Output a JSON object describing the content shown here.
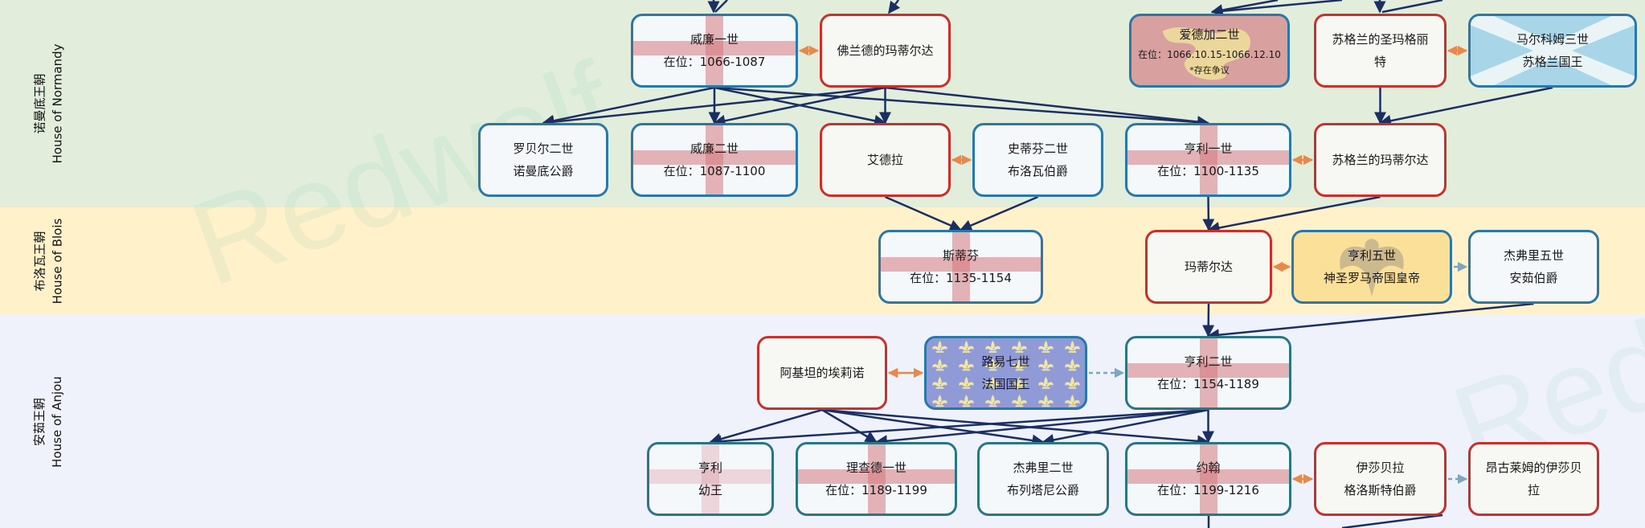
{
  "houses": [
    {
      "id": "normandy",
      "zh": "诺曼底王朝",
      "en": "House of Normandy",
      "color": "#e2eedb"
    },
    {
      "id": "blois",
      "zh": "布洛瓦王朝",
      "en": "House of Blois",
      "color": "#fff1c9"
    },
    {
      "id": "anjou",
      "zh": "安茹王朝",
      "en": "House of Anjou",
      "color": "#f0f2fb"
    }
  ],
  "watermark": "Redwolf",
  "colors": {
    "male_border": "#2a77a8",
    "female_border": "#c8302c",
    "descent_line": "#1b2f63",
    "marriage_line": "#e8884a",
    "other_line": "#7ea6c0",
    "st_george_cross": "#d6787d"
  },
  "nodes": {
    "william1": {
      "name": "威廉一世",
      "line2": "在位：1066-1087",
      "sex": "male",
      "flag": "england"
    },
    "matilda_flanders": {
      "name": "佛兰德的玛蒂尔达",
      "sex": "female"
    },
    "edgar2": {
      "name": "爱德加二世",
      "line2": "在位：1066.10.15-1066.12.10",
      "line3": "*存在争议",
      "sex": "male",
      "flag": "wessex"
    },
    "st_margaret": {
      "name": "苏格兰的圣玛格丽",
      "line2": "特",
      "sex": "female"
    },
    "malcolm3": {
      "name": "马尔科姆三世",
      "line2": "苏格兰国王",
      "sex": "male",
      "flag": "scotland"
    },
    "robert2": {
      "name": "罗贝尔二世",
      "line2": "诺曼底公爵",
      "sex": "male"
    },
    "william2": {
      "name": "威廉二世",
      "line2": "在位：1087-1100",
      "sex": "male",
      "flag": "england"
    },
    "adela": {
      "name": "艾德拉",
      "sex": "female"
    },
    "stephen2_blois": {
      "name": "史蒂芬二世",
      "line2": "布洛瓦伯爵",
      "sex": "male"
    },
    "henry1": {
      "name": "亨利一世",
      "line2": "在位：1100-1135",
      "sex": "male",
      "flag": "england"
    },
    "matilda_scotland": {
      "name": "苏格兰的玛蒂尔达",
      "sex": "female"
    },
    "stephen": {
      "name": "斯蒂芬",
      "line2": "在位：1135-1154",
      "sex": "male",
      "flag": "england"
    },
    "empress_matilda": {
      "name": "玛蒂尔达",
      "sex": "female"
    },
    "henry5": {
      "name": "亨利五世",
      "line2": "神圣罗马帝国皇帝",
      "sex": "male",
      "flag": "hre"
    },
    "geoffrey5": {
      "name": "杰弗里五世",
      "line2": "安茹伯爵",
      "sex": "male"
    },
    "eleanor": {
      "name": "阿基坦的埃莉诺",
      "sex": "female"
    },
    "louis7": {
      "name": "路易七世",
      "line2": "法国国王",
      "sex": "male",
      "flag": "france"
    },
    "henry2": {
      "name": "亨利二世",
      "line2": "在位：1154-1189",
      "sex": "male",
      "flag": "england"
    },
    "henry_young": {
      "name": "亨利",
      "line2": "幼王",
      "sex": "male",
      "flag": "england-faint"
    },
    "richard1": {
      "name": "理查德一世",
      "line2": "在位：1189-1199",
      "sex": "male",
      "flag": "england"
    },
    "geoffrey2": {
      "name": "杰弗里二世",
      "line2": "布列塔尼公爵",
      "sex": "male"
    },
    "john": {
      "name": "约翰",
      "line2": "在位：1199-1216",
      "sex": "male",
      "flag": "england"
    },
    "isabella_gloucester": {
      "name": "伊莎贝拉",
      "line2": "格洛斯特伯爵",
      "sex": "female"
    },
    "isabella_angouleme": {
      "name": "昂古莱姆的伊莎贝",
      "line2": "拉",
      "sex": "female"
    }
  },
  "marriages": [
    [
      "william1",
      "matilda_flanders"
    ],
    [
      "st_margaret",
      "malcolm3"
    ],
    [
      "adela",
      "stephen2_blois"
    ],
    [
      "henry1",
      "matilda_scotland"
    ],
    [
      "empress_matilda",
      "henry5"
    ],
    [
      "eleanor",
      "louis7"
    ],
    [
      "john",
      "isabella_gloucester"
    ]
  ],
  "remarriages": [
    [
      "henry5",
      "geoffrey5"
    ],
    [
      "louis7",
      "henry2"
    ],
    [
      "isabella_gloucester",
      "isabella_angouleme"
    ]
  ],
  "descents": [
    [
      "william1",
      "robert2"
    ],
    [
      "william1",
      "william2"
    ],
    [
      "william1",
      "adela"
    ],
    [
      "william1",
      "henry1"
    ],
    [
      "matilda_flanders",
      "robert2"
    ],
    [
      "matilda_flanders",
      "william2"
    ],
    [
      "matilda_flanders",
      "adela"
    ],
    [
      "matilda_flanders",
      "henry1"
    ],
    [
      "st_margaret",
      "matilda_scotland"
    ],
    [
      "malcolm3",
      "matilda_scotland"
    ],
    [
      "adela",
      "stephen"
    ],
    [
      "stephen2_blois",
      "stephen"
    ],
    [
      "henry1",
      "empress_matilda"
    ],
    [
      "matilda_scotland",
      "empress_matilda"
    ],
    [
      "empress_matilda",
      "henry2"
    ],
    [
      "geoffrey5",
      "henry2"
    ],
    [
      "eleanor",
      "henry_young"
    ],
    [
      "eleanor",
      "richard1"
    ],
    [
      "eleanor",
      "geoffrey2"
    ],
    [
      "eleanor",
      "john"
    ],
    [
      "henry2",
      "henry_young"
    ],
    [
      "henry2",
      "richard1"
    ],
    [
      "henry2",
      "geoffrey2"
    ],
    [
      "henry2",
      "john"
    ]
  ]
}
